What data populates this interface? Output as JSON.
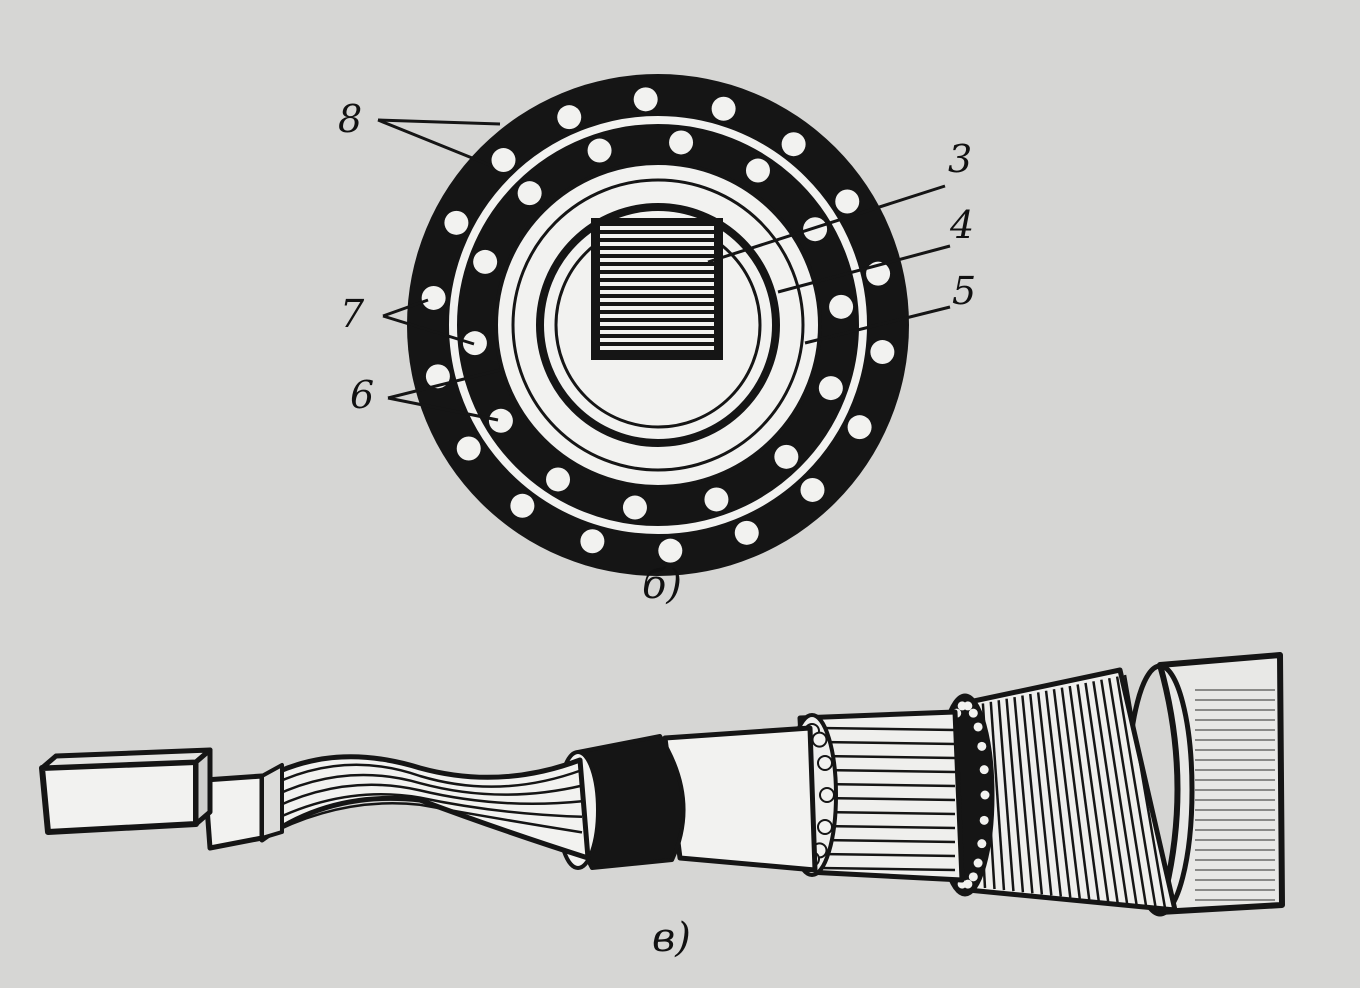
{
  "figure": {
    "cross_section": {
      "caption": "б)",
      "labels": {
        "l8": "8",
        "l3": "3",
        "l4": "4",
        "l5": "5",
        "l7": "7",
        "l6": "6"
      }
    },
    "cable_view": {
      "caption": "в)"
    }
  },
  "colors": {
    "ink": "#121212",
    "paper": "#d6d6d4",
    "white": "#f2f2f0"
  }
}
